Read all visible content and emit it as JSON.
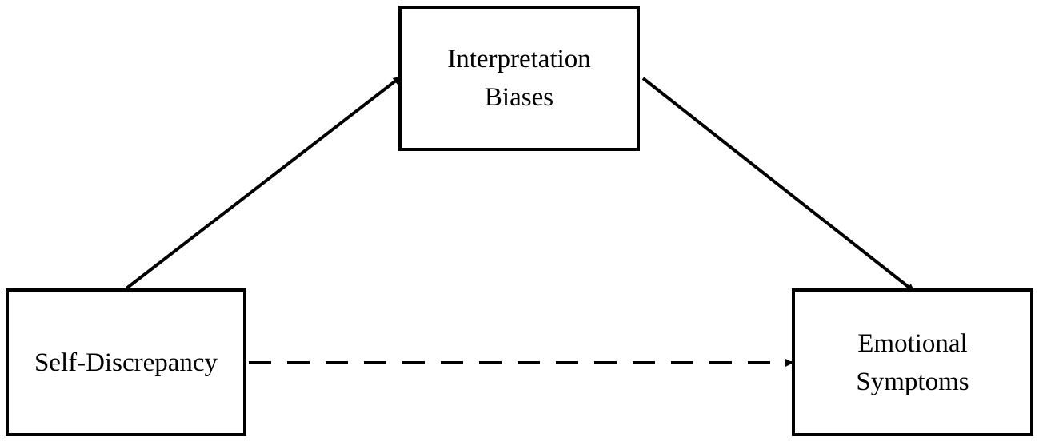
{
  "diagram": {
    "nodes": {
      "mediator": {
        "line1": "Interpretation",
        "line2": "Biases"
      },
      "predictor": {
        "line1": "Self-Discrepancy"
      },
      "outcome": {
        "line1": "Emotional",
        "line2": "Symptoms"
      }
    },
    "edges": [
      {
        "from": "Self-Discrepancy",
        "to": "Interpretation Biases",
        "style": "solid"
      },
      {
        "from": "Interpretation Biases",
        "to": "Emotional Symptoms",
        "style": "solid"
      },
      {
        "from": "Self-Discrepancy",
        "to": "Emotional Symptoms",
        "style": "dashed"
      }
    ],
    "colors": {
      "stroke": "#000000",
      "background": "#ffffff"
    }
  }
}
